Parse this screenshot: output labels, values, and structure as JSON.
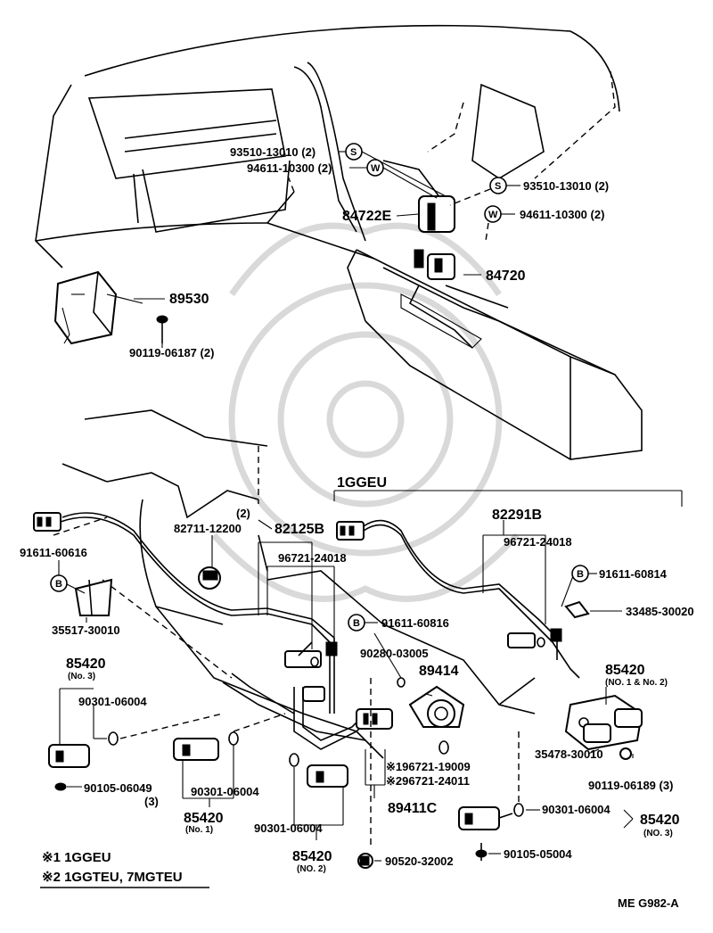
{
  "labels": {
    "p93510_top": "93510-13010 (2)",
    "p94611_top": "94611-10300 (2)",
    "p93510_right": "93510-13010 (2)",
    "p94611_right": "94611-10300 (2)",
    "p84722E": "84722E",
    "p84720": "84720",
    "p89530": "89530",
    "p90119_06187": "90119-06187 (2)",
    "gr_1ggeu": "1GGEU",
    "p82291B": "82291B",
    "p96721_right": "96721-24018",
    "p91611_60814": "91611-60814",
    "p33485": "33485-30020",
    "p85420_right_top": "85420",
    "p85420_right_top_sub": "(NO. 1 & No. 2)",
    "p35478": "35478-30010",
    "p90119_06189": "90119-06189 (3)",
    "p90301_right": "90301-06004",
    "p85420_right_bottom": "85420",
    "p85420_right_bottom_sub": "(NO. 3)",
    "p90105_05004": "90105-05004",
    "p90520": "90520-32002",
    "p82711_qty": "(2)",
    "p82711": "82711-12200",
    "p82125B": "82125B",
    "p96721_mid": "96721-24018",
    "p91611_60816_mid": "91611-60816",
    "p90280": "90280-03005",
    "p89414": "89414",
    "p196721": "※196721-19009",
    "p296721": "※296721-24011",
    "p89411C": "89411C",
    "p91611_60616": "91611-60616",
    "p35517": "35517-30010",
    "p85420_left": "85420",
    "p85420_left_sub": "(No. 3)",
    "p90301_left": "90301-06004",
    "p90105_06049": "90105-06049",
    "p90105_06049_qty": "(3)",
    "p90301_mid": "90301-06004",
    "p85420_no1": "85420",
    "p85420_no1_sub": "(No. 1)",
    "p90301_low": "90301-06004",
    "p85420_no2": "85420",
    "p85420_no2_sub": "(NO. 2)",
    "legend1": "※1 1GGEU",
    "legend2": "※2 1GGTEU, 7MGTEU",
    "code": "ME  G982-A"
  },
  "markers": {
    "s": "S",
    "w": "W",
    "b": "B"
  },
  "colors": {
    "ink": "#000000",
    "watermark": "#d9d9d9",
    "background": "#ffffff"
  }
}
